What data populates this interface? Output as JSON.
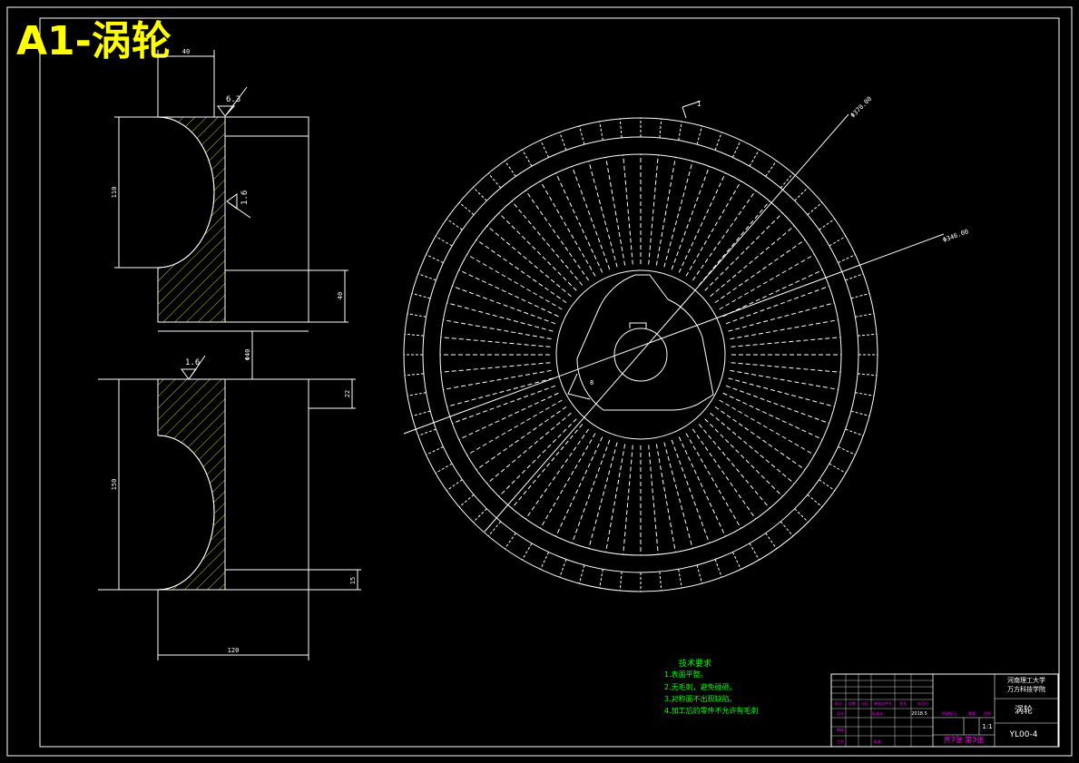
{
  "drawing": {
    "sheet_title": "A1-涡轮",
    "colors": {
      "background": "#000000",
      "lines": "#ffffff",
      "hatch": "#ffff00",
      "title": "#ffff00",
      "notes": "#00ff00",
      "titleblock_text": "#ffffff",
      "titleblock_magenta": "#ff00ff",
      "frame_blue": "#0000ff"
    }
  },
  "section_view": {
    "dims": {
      "top_width": "40",
      "left_upper": "110",
      "left_lower": "150",
      "right_upper": "40",
      "bore_mid": "Φ40",
      "right_lower": "22",
      "bottom_small": "15",
      "overall_width": "120"
    },
    "roughness": {
      "top": "6.3",
      "upper_inner": "1.6",
      "lower_top": "1.6"
    }
  },
  "front_view": {
    "tooth_count": 72,
    "dims": {
      "outer_diameter": "Φ370.00",
      "pitch_diameter": "Φ346.00",
      "keyway_dim": "8",
      "flag_label": "I"
    }
  },
  "tech_notes": {
    "heading": "技术要求",
    "items": [
      "1.表面平整。",
      "2.无毛刺，避免碰砸。",
      "3.对称面不出现缺陷。",
      "4.加工后的零件不允许有毛刺"
    ]
  },
  "title_block": {
    "school_line1": "河南理工大学",
    "school_line2": "万方科技学院",
    "part_name": "涡轮",
    "drawing_no": "YL00-4",
    "scale": "1:1",
    "sheets": "共7张  第3张",
    "row_labels": [
      "标记",
      "处数",
      "分区",
      "更改文件号",
      "签名",
      "年月日"
    ],
    "role_labels": [
      "设计",
      "审核",
      "工艺",
      "标准化",
      "批准"
    ],
    "designer": "",
    "date": "2018.5",
    "stage_labels": [
      "阶段标记",
      "重量",
      "比例"
    ]
  }
}
